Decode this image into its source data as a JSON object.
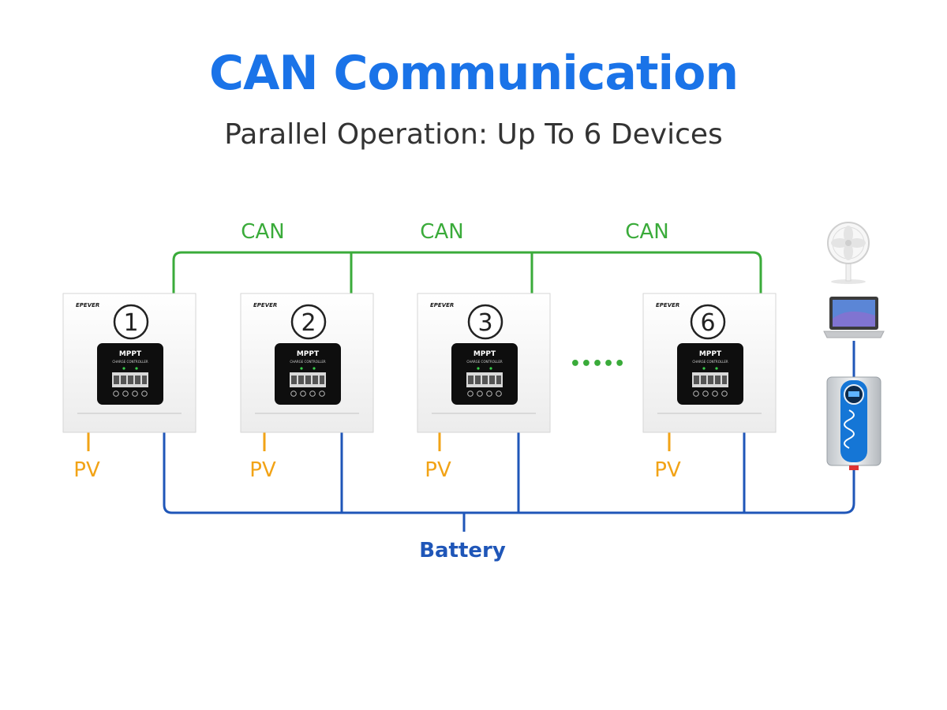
{
  "header": {
    "title": "CAN Communication",
    "subtitle": "Parallel Operation: Up To 6 Devices"
  },
  "colors": {
    "title": "#1a73e8",
    "can_line": "#3aab3a",
    "battery_line": "#1f56b8",
    "pv_line": "#f2a316"
  },
  "can_labels": [
    "CAN",
    "CAN",
    "CAN"
  ],
  "devices": [
    {
      "number": "1",
      "brand": "EPEVER",
      "display_title": "MPPT",
      "display_subtitle": "CHARGE CONTROLLER",
      "pv_label": "PV"
    },
    {
      "number": "2",
      "brand": "EPEVER",
      "display_title": "MPPT",
      "display_subtitle": "CHARGE CONTROLLER",
      "pv_label": "PV"
    },
    {
      "number": "3",
      "brand": "EPEVER",
      "display_title": "MPPT",
      "display_subtitle": "CHARGE CONTROLLER",
      "pv_label": "PV"
    },
    {
      "number": "6",
      "brand": "EPEVER",
      "display_title": "MPPT",
      "display_subtitle": "CHARGE CONTROLLER",
      "pv_label": "PV"
    }
  ],
  "ellipsis": "•••••",
  "battery_label": "Battery",
  "loads": [
    "fan-icon",
    "laptop-icon",
    "battery-pack-icon"
  ]
}
